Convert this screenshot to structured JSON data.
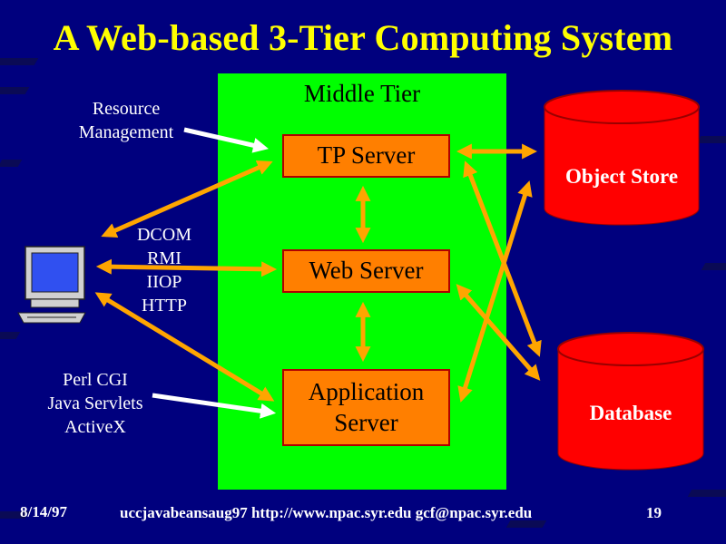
{
  "title": "A Web-based 3-Tier Computing System",
  "middle_tier": {
    "label": "Middle Tier"
  },
  "servers": {
    "tp": "TP Server",
    "web": "Web Server",
    "app": "Application\nServer"
  },
  "stores": {
    "object": "Object Store",
    "database": "Database"
  },
  "labels": {
    "resource_management": "Resource\nManagement",
    "protocols": "DCOM\nRMI\nIIOP\nHTTP",
    "scripting": "Perl CGI\nJava Servlets\nActiveX"
  },
  "footer": {
    "date": "8/14/97",
    "source": "uccjavabeansaug97 http://www.npac.syr.edu gcf@npac.syr.edu",
    "page": "19"
  },
  "colors": {
    "background": "#00007e",
    "title": "#ffff00",
    "middle_tier": "#00ff00",
    "server": "#ff7f00",
    "store": "#ff0000",
    "arrow": "#ffa500"
  }
}
